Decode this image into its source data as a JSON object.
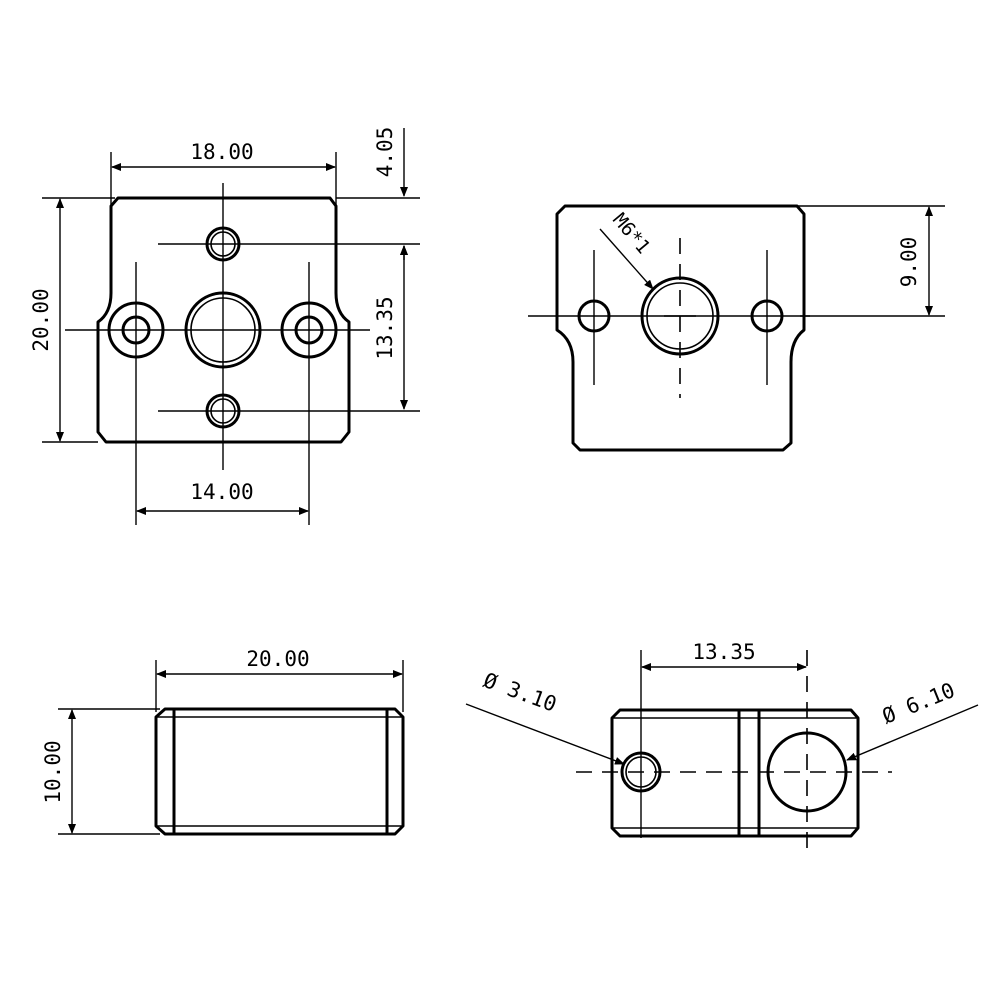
{
  "dimensions": {
    "top_width": "18.00",
    "top_offset": "4.05",
    "top_height": "20.00",
    "top_hole_spacing_v": "13.35",
    "top_hole_spacing_h": "14.00",
    "front_height": "9.00",
    "front_thread": "M6*1",
    "side_width": "20.00",
    "side_height": "10.00",
    "end_spacing": "13.35",
    "end_small_dia": "Ø 3.10",
    "end_large_dia": "Ø 6.10"
  }
}
